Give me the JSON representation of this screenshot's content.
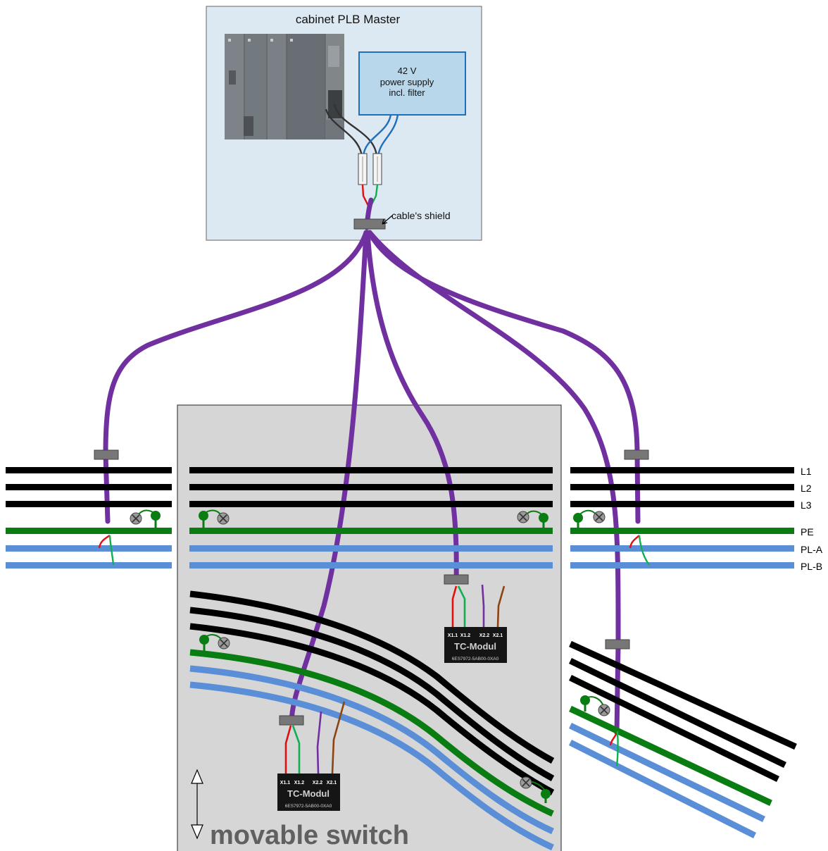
{
  "cabinet": {
    "title": "cabinet PLB Master",
    "power_supply_line1": "42 V",
    "power_supply_line2": "power supply",
    "power_supply_line3": "incl. filter",
    "shield_label": "cable's shield"
  },
  "rails": {
    "l1": "L1",
    "l2": "L2",
    "l3": "L3",
    "pe": "PE",
    "pla": "PL-A",
    "plb": "PL-B"
  },
  "tc_modules": [
    {
      "pins": [
        "X1.1",
        "X1.2",
        "X2.2",
        "X2.1"
      ],
      "name": "TC-Modul",
      "part_number": "6ES7972-5AB00-0XA0"
    },
    {
      "pins": [
        "X1.1",
        "X1.2",
        "X2.2",
        "X2.1"
      ],
      "name": "TC-Modul",
      "part_number": "6ES7972-5AB00-0XA0"
    }
  ],
  "switch_label": "movable switch",
  "colors": {
    "cabinet_fill": "#dce8f2",
    "switch_fill": "#d6d6d6",
    "cable_purple": "#7030a0",
    "rail_black": "#000000",
    "pe_green": "#0a7d12",
    "pl_blue": "#5a8fd8",
    "wire_red": "#e01010",
    "wire_green": "#10b050",
    "wire_brown": "#8b4513",
    "power_supply_border": "#1f6fbf",
    "power_supply_fill": "#b8d7ea"
  }
}
